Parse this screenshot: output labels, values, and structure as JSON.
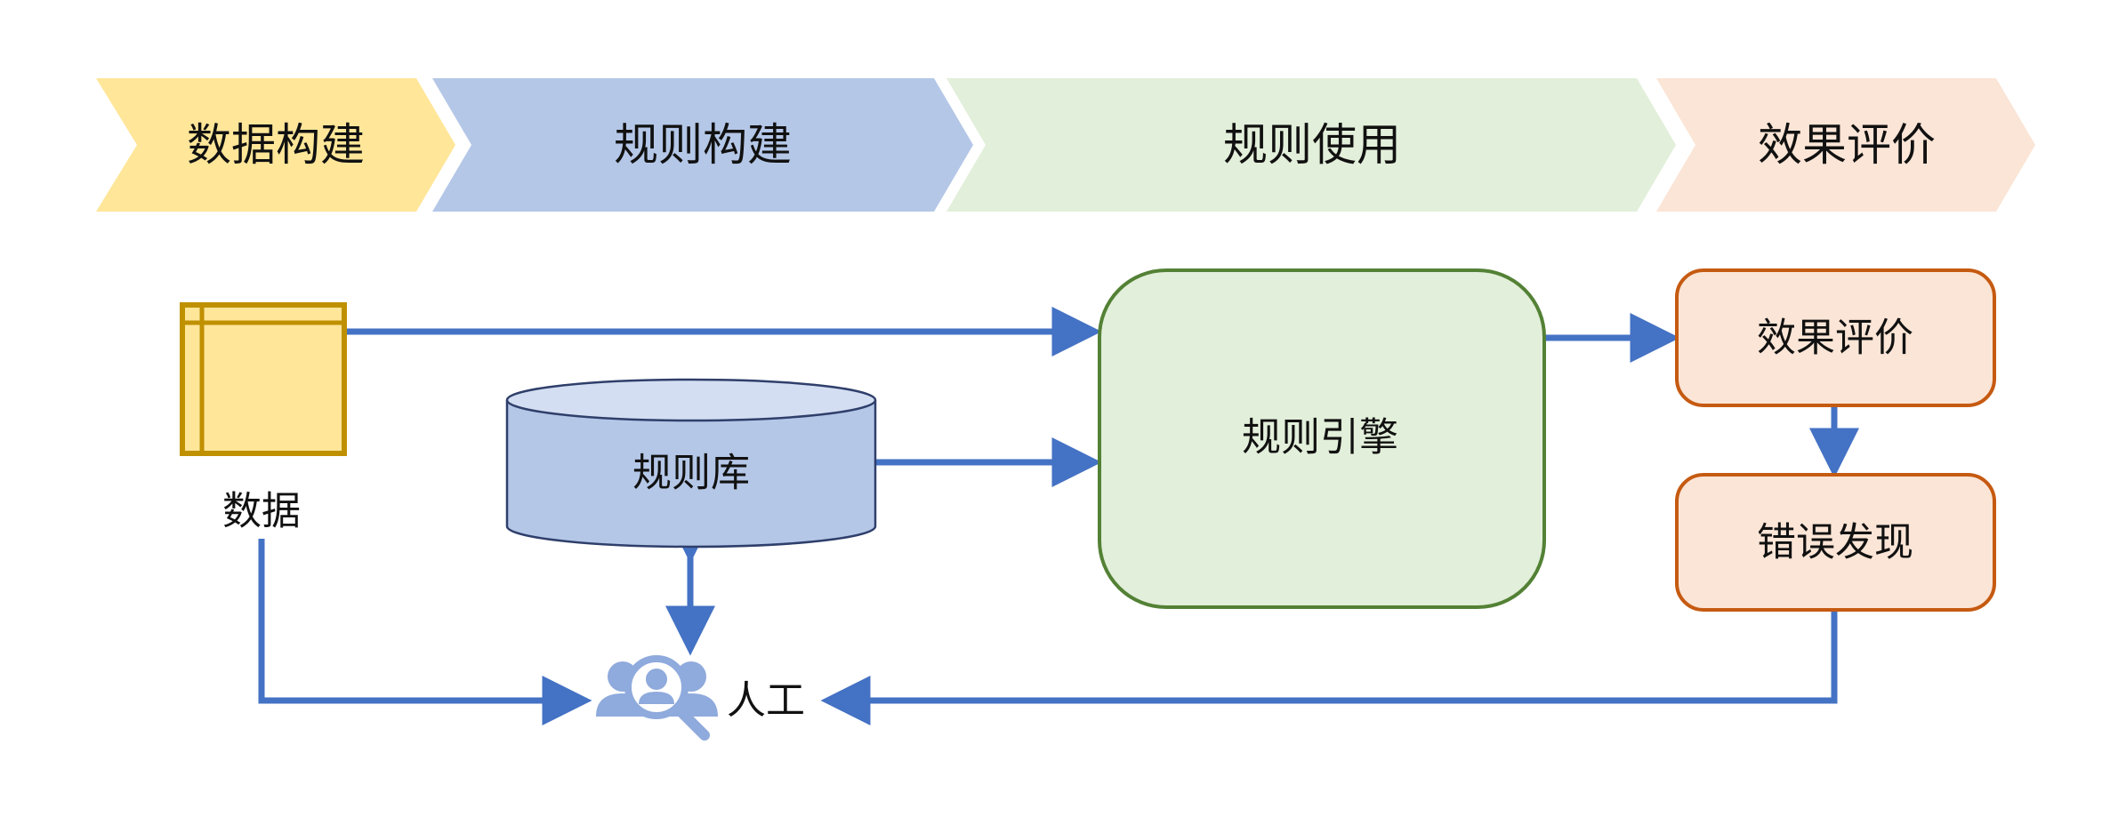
{
  "stages": [
    {
      "label": "数据构建",
      "color": "#FFE699"
    },
    {
      "label": "规则构建",
      "color": "#B4C7E7"
    },
    {
      "label": "规则使用",
      "color": "#E2EFDA"
    },
    {
      "label": "效果评价",
      "color": "#FBE5D6"
    }
  ],
  "nodes": {
    "data": {
      "label": "数据"
    },
    "rule_library": {
      "label": "规则库"
    },
    "rule_engine": {
      "label": "规则引擎"
    },
    "effect_evaluation": {
      "label": "效果评价"
    },
    "error_discovery": {
      "label": "错误发现"
    },
    "manual": {
      "label": "人工"
    }
  },
  "colors": {
    "arrow": "#4472C4",
    "data_fill": "#FFE699",
    "data_stroke": "#BF9000",
    "library_fill": "#B4C7E7",
    "library_top": "#D4DEF2",
    "library_stroke": "#2F3F6B",
    "engine_fill": "#E2EFDA",
    "engine_stroke": "#538135",
    "effect_fill": "#FBE5D6",
    "effect_stroke": "#C55A11",
    "manual_icon": "#8FAADC"
  },
  "icons": {
    "data": "table-icon",
    "rule_library": "database-cylinder-icon",
    "manual": "people-search-icon"
  }
}
